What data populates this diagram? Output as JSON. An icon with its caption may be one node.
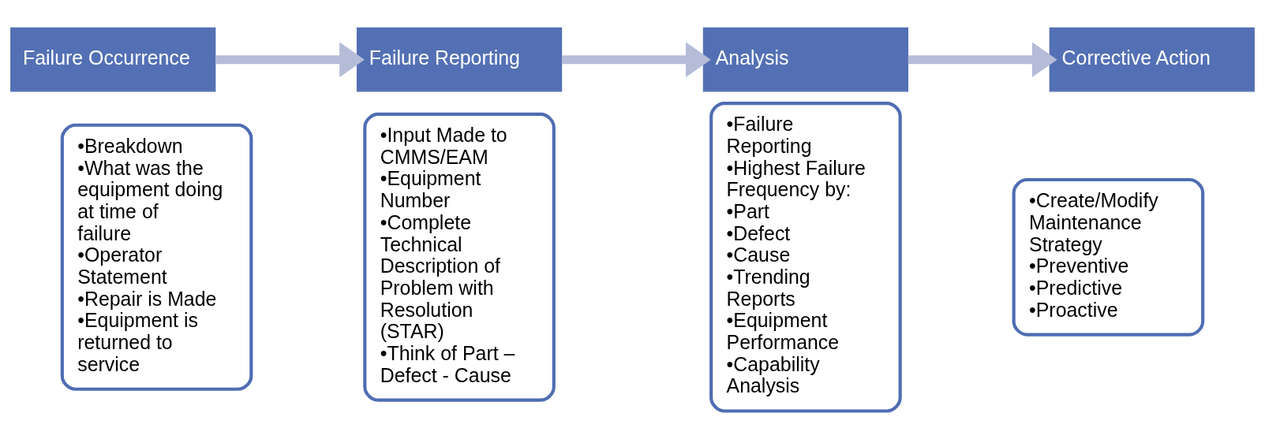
{
  "diagram": {
    "nodes": [
      {
        "text": [
          "Failure Occurrence"
        ]
      },
      {
        "text": [
          "•Breakdown",
          "•What was the equipment doing at time of failure",
          "•Operator Statement",
          "•Repair is Made",
          "•Equipment is returned to service"
        ]
      },
      {
        "text": [
          "Failure Reporting"
        ]
      },
      {
        "text": [
          "•Input Made to CMMS/EAM",
          "•Equipment Number",
          "•Complete Technical Description of Problem with Resolution (STAR)",
          "•Think of Part – Defect - Cause"
        ]
      },
      {
        "text": [
          "Analysis"
        ]
      },
      {
        "text": [
          "•Failure Reporting",
          "•Highest Failure Frequency by:",
          "•Part",
          "•Defect",
          "•Cause",
          "•Trending Reports",
          "•Equipment Performance",
          "•Capability Analysis"
        ]
      },
      {
        "text": [
          "Corrective Action"
        ]
      },
      {
        "text": [
          "•Create/Modify Maintenance Strategy",
          "•Preventive",
          "•Predictive",
          "•Proactive"
        ]
      }
    ],
    "edges": [
      {
        "from": 0,
        "to": 2,
        "arrow": "to"
      },
      {
        "from": 2,
        "to": 4,
        "arrow": "to"
      },
      {
        "from": 4,
        "to": 6,
        "arrow": "to"
      }
    ]
  }
}
